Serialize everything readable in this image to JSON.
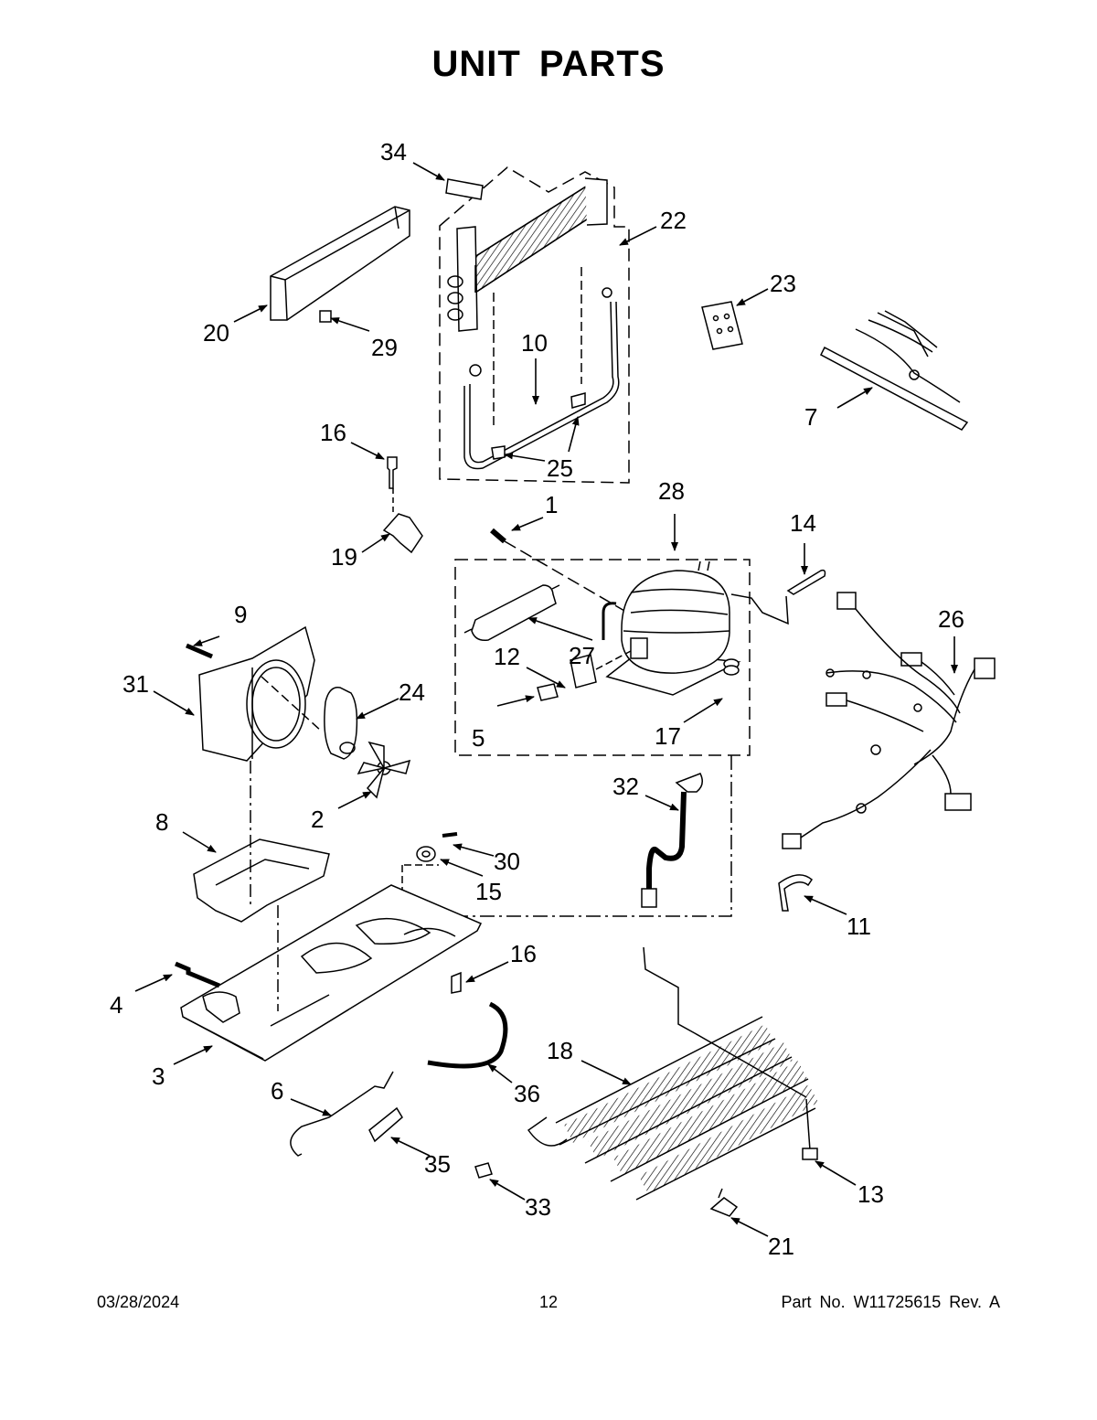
{
  "title": "UNIT PARTS",
  "labels": {
    "p1": "1",
    "p2": "2",
    "p3": "3",
    "p4": "4",
    "p5": "5",
    "p6": "6",
    "p7": "7",
    "p8": "8",
    "p9": "9",
    "p10": "10",
    "p11": "11",
    "p12": "12",
    "p13": "13",
    "p14": "14",
    "p15": "15",
    "p16a": "16",
    "p16b": "16",
    "p17": "17",
    "p18": "18",
    "p19": "19",
    "p20": "20",
    "p21": "21",
    "p22": "22",
    "p23": "23",
    "p24": "24",
    "p25": "25",
    "p26": "26",
    "p27": "27",
    "p28": "28",
    "p29": "29",
    "p30": "30",
    "p31": "31",
    "p32": "32",
    "p33": "33",
    "p34": "34",
    "p35": "35",
    "p36": "36"
  },
  "footer": {
    "date": "03/28/2024",
    "page": "12",
    "part_no": "Part No.  W11725615  Rev.  A"
  }
}
